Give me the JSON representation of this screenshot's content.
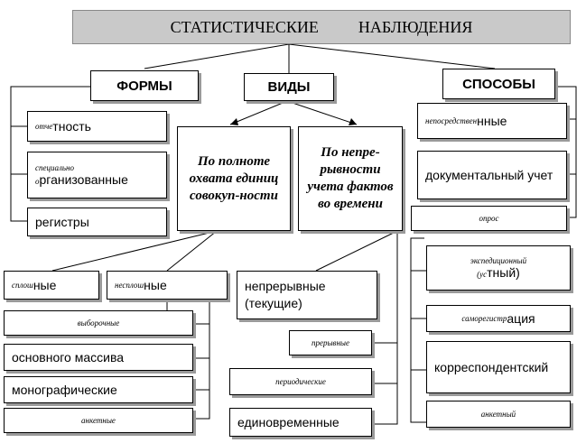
{
  "title": {
    "left": "СТАТИСТИЧЕСКИЕ",
    "right": "НАБЛЮДЕНИЯ"
  },
  "headers": {
    "forms": "ФОРМЫ",
    "types": "ВИДЫ",
    "methods": "СПОСОБЫ"
  },
  "forms": {
    "reporting_small": "отче",
    "reporting_big": "тность",
    "special_small": "специально",
    "special_o": "о",
    "special_big": "рганизованные",
    "registers": "регистры"
  },
  "types": {
    "coverage": "По полноте охвата единиц совокуп-ности",
    "continuity": "По непре-рывности учета фактов во времени"
  },
  "coverage_items": {
    "solid_small": "сплош",
    "solid_big": "ные",
    "nonsolid_small": "несплош",
    "nonsolid_big": "ные",
    "sample": "выборочные",
    "main_array": "основного массива",
    "monographic": "монографические",
    "questionnaire": "анкетные"
  },
  "continuity_items": {
    "continuous": "непрерывные (текущие)",
    "discontinuous": "прерывные",
    "periodic": "периодические",
    "one_time": "единовременные"
  },
  "methods": {
    "direct_small": "непосредственные",
    "direct_big": "нные",
    "documentary": "документальный учет",
    "survey": "опрос",
    "expedition_small": "экспедиционный",
    "expedition_paren": "(ус",
    "expedition_big": "тный)",
    "selfreg_small": "саморегистр",
    "selfreg_big": "ация",
    "correspondent": "корреспондентский",
    "questionnaire": "анкетный"
  }
}
